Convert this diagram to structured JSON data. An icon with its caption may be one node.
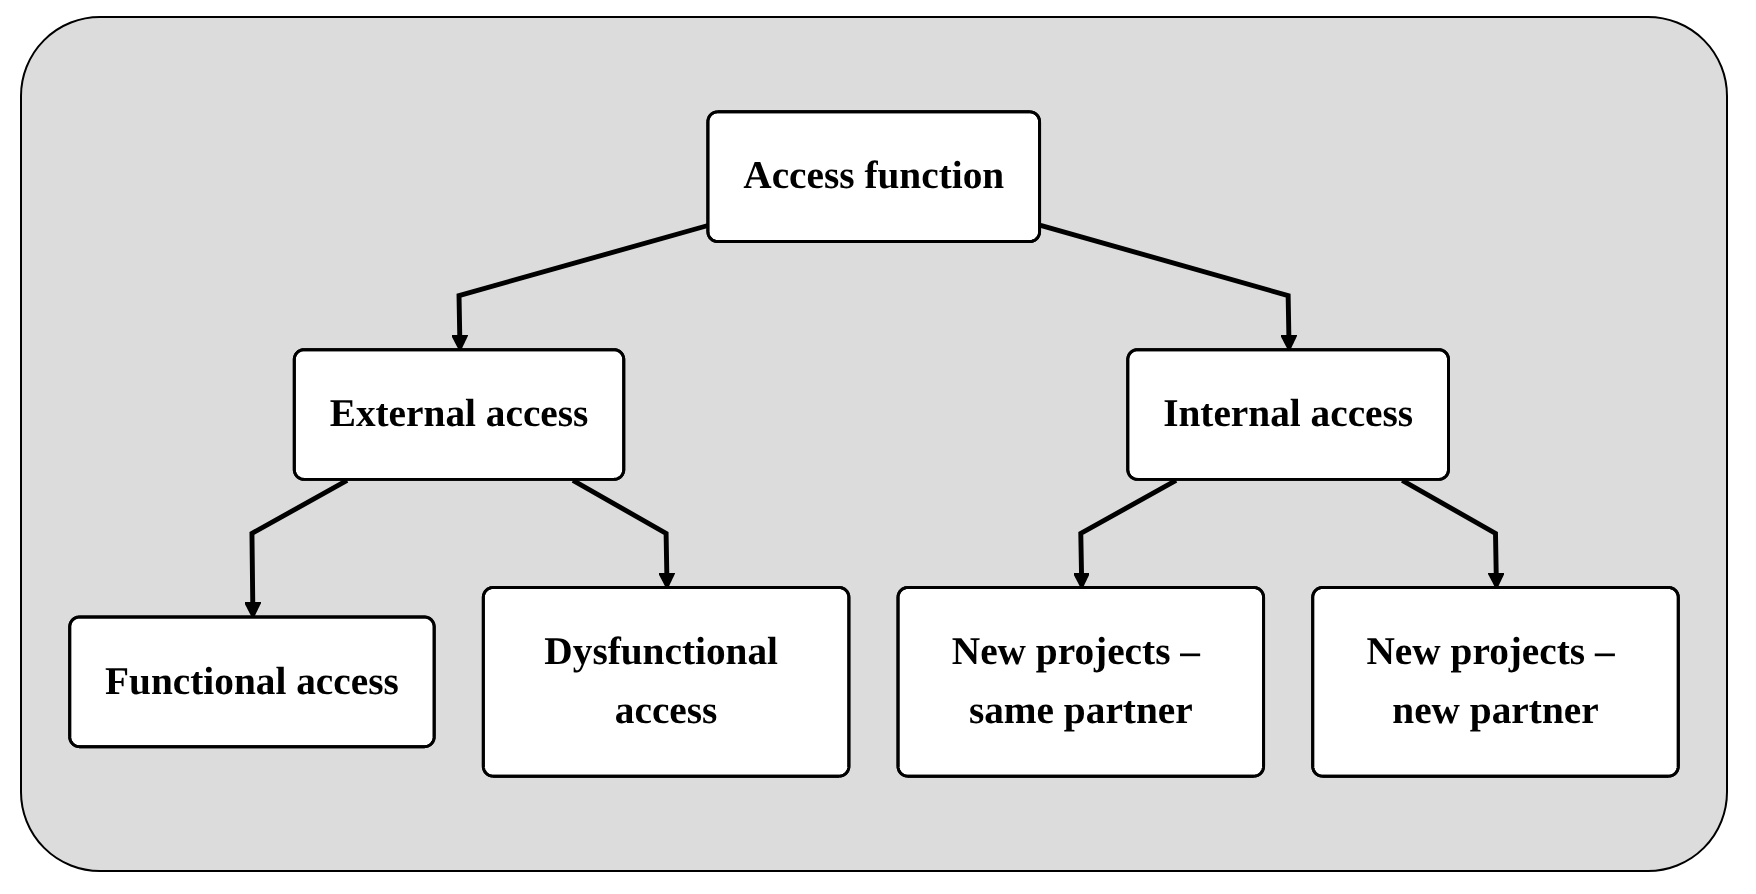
{
  "diagram": {
    "nodes": [
      {
        "text": [
          "Access function"
        ]
      },
      {
        "text": [
          "External access"
        ]
      },
      {
        "text": [
          "Internal access"
        ]
      },
      {
        "text": [
          "Functional access"
        ]
      },
      {
        "text": [
          "Dysfunctional access"
        ]
      },
      {
        "text": [
          "New projects – same partner"
        ]
      },
      {
        "text": [
          "New projects – new partner"
        ]
      }
    ],
    "edges": [
      {
        "from": 0,
        "to": 1,
        "arrow": "to"
      },
      {
        "from": 0,
        "to": 2,
        "arrow": "to"
      },
      {
        "from": 1,
        "to": 3,
        "arrow": "to"
      },
      {
        "from": 1,
        "to": 4,
        "arrow": "to"
      },
      {
        "from": 2,
        "to": 5,
        "arrow": "to"
      },
      {
        "from": 2,
        "to": 6,
        "arrow": "to"
      }
    ]
  }
}
